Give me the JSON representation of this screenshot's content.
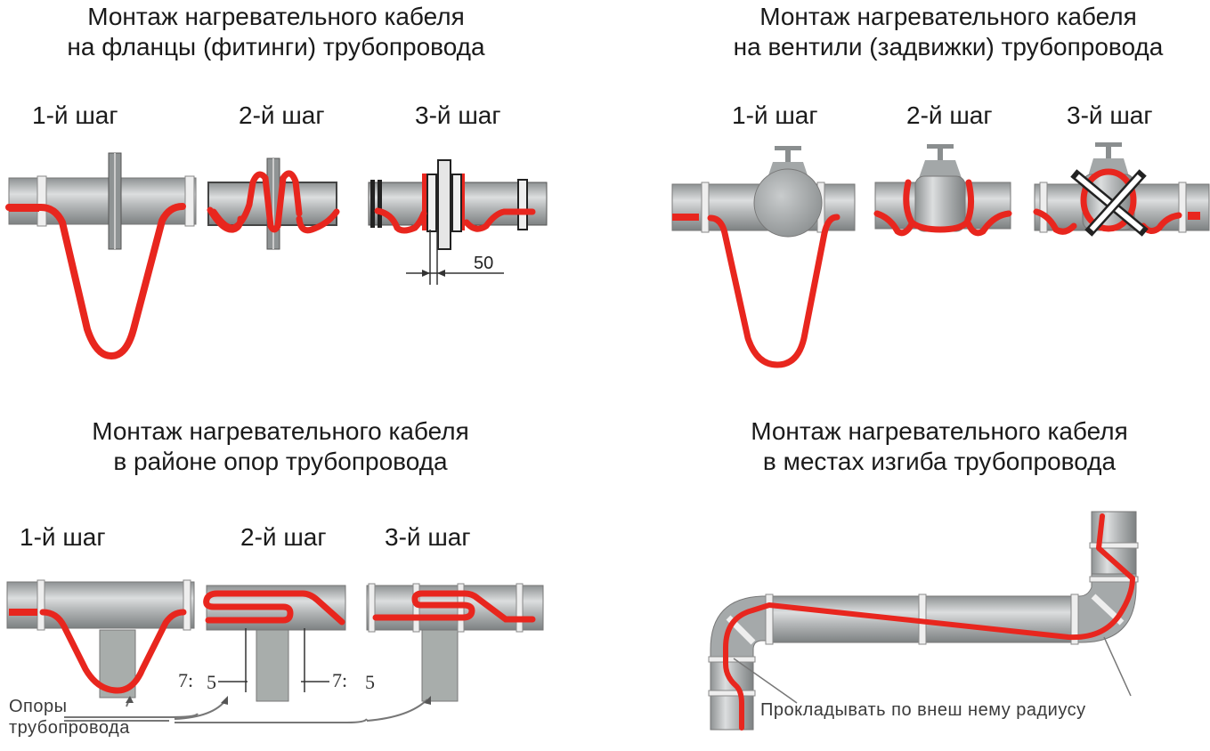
{
  "colors": {
    "cable": "#e8261e",
    "pipe": "#9ea2a3",
    "pipe_light": "#d8dadb",
    "pipe_dark": "#6f7374",
    "text": "#1a1a1a"
  },
  "panels": [
    {
      "id": "flanges",
      "title_lines": [
        "Монтаж нагревательного кабеля",
        "на фланцы (фитинги) трубопровода"
      ],
      "steps": [
        "1-й шаг",
        "2-й шаг",
        "3-й шаг"
      ],
      "dimension_label": "50"
    },
    {
      "id": "valves",
      "title_lines": [
        "Монтаж нагревательного кабеля",
        "на вентили (задвижки) трубопровода"
      ],
      "steps": [
        "1-й шаг",
        "2-й шаг",
        "3-й шаг"
      ]
    },
    {
      "id": "supports",
      "title_lines": [
        "Монтаж нагревательного кабеля",
        "в районе опор трубопровода"
      ],
      "steps": [
        "1-й шаг",
        "2-й шаг",
        "3-й шаг"
      ],
      "dimension_labels": [
        "7:",
        "5",
        "7:",
        "5"
      ],
      "callout_lines": [
        "Опоры",
        "трубопровода"
      ]
    },
    {
      "id": "bends",
      "title_lines": [
        "Монтаж нагревательного кабеля",
        "в местах изгиба трубопровода"
      ],
      "callout": "Прокладывать по внеш нему радиусу"
    }
  ],
  "icons": {
    "prohibited_mark": "cross-out-icon"
  }
}
